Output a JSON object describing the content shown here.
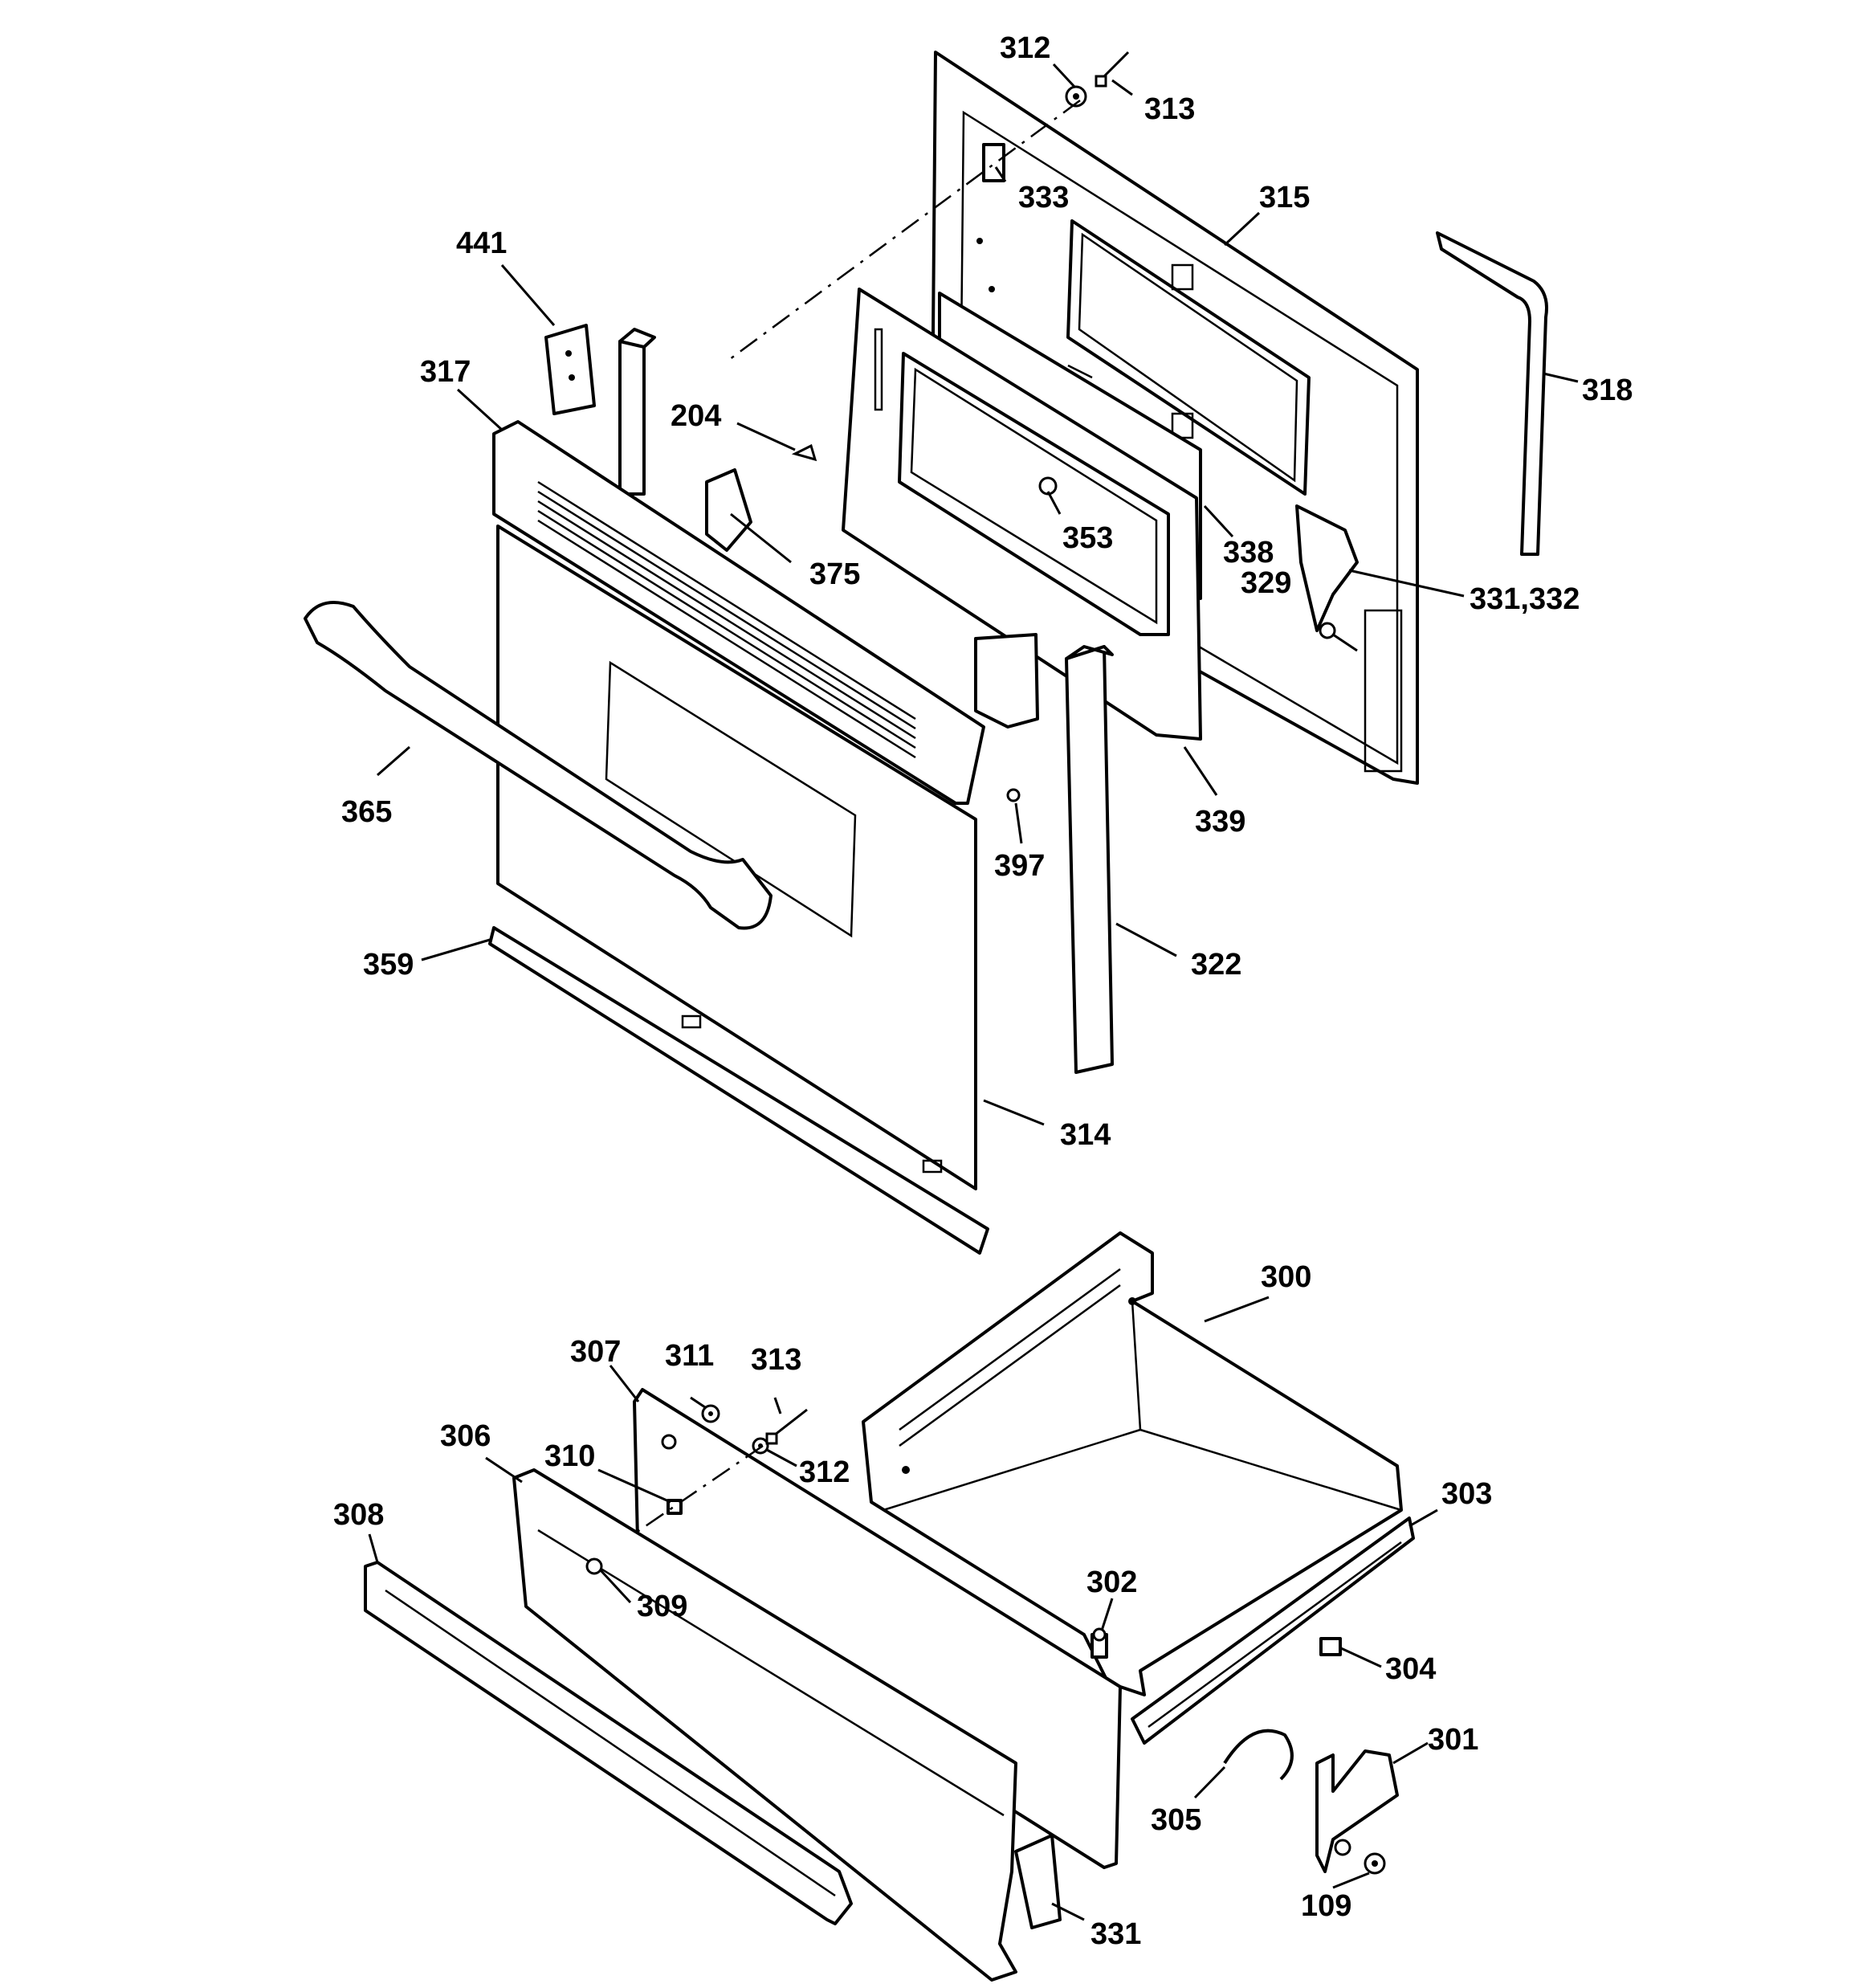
{
  "labels": {
    "l312a": "312",
    "l313a": "313",
    "l333": "333",
    "l315": "315",
    "l441": "441",
    "l318": "318",
    "l317": "317",
    "l204": "204",
    "l353": "353",
    "l375": "375",
    "l338": "338",
    "l329": "329",
    "l331_332": "331,332",
    "l365": "365",
    "l339": "339",
    "l397": "397",
    "l359": "359",
    "l322": "322",
    "l314": "314",
    "l300": "300",
    "l307": "307",
    "l311": "311",
    "l313b": "313",
    "l306": "306",
    "l310": "310",
    "l312b": "312",
    "l303": "303",
    "l308": "308",
    "l302": "302",
    "l309": "309",
    "l304": "304",
    "l301": "301",
    "l305": "305",
    "l109": "109",
    "l331": "331"
  }
}
